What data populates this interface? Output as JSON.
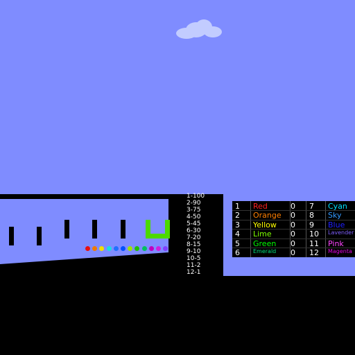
{
  "colors": {
    "sky": "#7f8cff",
    "cloud": "#c2ccff",
    "ground": "#000000",
    "cup": "#4cd900"
  },
  "points": [
    "1-100",
    "2-90",
    "3-75",
    "4-50",
    "5-45",
    "6-30",
    "7-20",
    "8-15",
    "9-10",
    "10-5",
    "11-2",
    "12-1"
  ],
  "balls": [
    {
      "color": "#e81010"
    },
    {
      "color": "#f07a00"
    },
    {
      "color": "#f0e000"
    },
    {
      "color": "#18e0e0"
    },
    {
      "color": "#2070ff"
    },
    {
      "color": "#0050ff"
    },
    {
      "color": "#a0e000"
    },
    {
      "color": "#20c000"
    },
    {
      "color": "#00c060"
    },
    {
      "color": "#c000c0"
    },
    {
      "color": "#d020e0"
    },
    {
      "color": "#8040ff"
    }
  ],
  "scoreboard": {
    "left": [
      {
        "rank": "1",
        "name": "Red",
        "color": "#ff2020",
        "score": "0",
        "small": false
      },
      {
        "rank": "2",
        "name": "Orange",
        "color": "#ff7f00",
        "score": "0",
        "small": false
      },
      {
        "rank": "3",
        "name": "Yellow",
        "color": "#ffff00",
        "score": "0",
        "small": false
      },
      {
        "rank": "4",
        "name": "Lime",
        "color": "#7fff00",
        "score": "0",
        "small": false
      },
      {
        "rank": "5",
        "name": "Green",
        "color": "#00ff00",
        "score": "0",
        "small": false
      },
      {
        "rank": "6",
        "name": "Emerald",
        "color": "#00e07f",
        "score": "0",
        "small": true
      }
    ],
    "right": [
      {
        "rank": "7",
        "name": "Cyan",
        "color": "#00e0ff",
        "small": false
      },
      {
        "rank": "8",
        "name": "Sky",
        "color": "#3399ff",
        "small": false
      },
      {
        "rank": "9",
        "name": "Blue",
        "color": "#2020ff",
        "small": false
      },
      {
        "rank": "10",
        "name": "Lavender",
        "color": "#7f5fff",
        "small": true
      },
      {
        "rank": "11",
        "name": "Pink",
        "color": "#ff44ff",
        "small": false
      },
      {
        "rank": "12",
        "name": "Magenta",
        "color": "#e000e0",
        "small": true
      }
    ]
  }
}
